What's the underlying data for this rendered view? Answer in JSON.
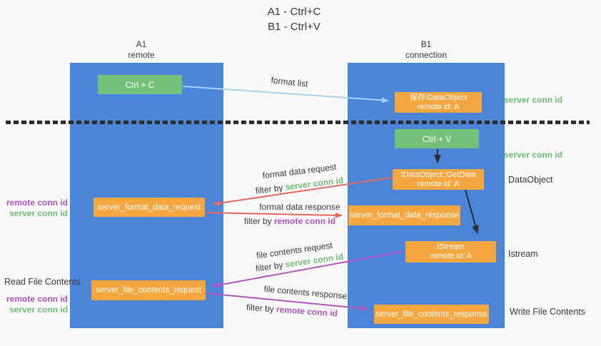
{
  "title": {
    "line1": "A1 - Ctrl+C",
    "line2": "B1 - Ctrl+V"
  },
  "lanes": {
    "left": {
      "name": "A1",
      "subtitle": "remote"
    },
    "right": {
      "name": "B1",
      "subtitle": "connection"
    }
  },
  "nodes": {
    "ctrl_c": {
      "label": "Ctrl + C"
    },
    "ctrl_v": {
      "label": "Ctrl + V"
    },
    "save_dataobject": {
      "line1": "保存IDataObject",
      "line2": "remote id: A"
    },
    "getdata": {
      "line1": "IDataObject::GetData",
      "line2": "remote id: A"
    },
    "istream": {
      "line1": "IStream",
      "line2": "remote id: A"
    },
    "server_format_data_request": {
      "label": "server_format_data_request"
    },
    "server_format_data_response": {
      "label": "server_format_data_response"
    },
    "server_file_contents_request": {
      "label": "server_file_contents_request"
    },
    "server_file_contents_response": {
      "label": "server_file_contents_response"
    }
  },
  "flow_labels": {
    "format_list": "format list",
    "format_data_request": "format data request",
    "format_data_response": "format data response",
    "file_contents_request": "file contents request",
    "file_contents_response": "file contents response",
    "filter_by": "filter by ",
    "server_conn_id": "server conn id",
    "remote_conn_id": "remote conn id"
  },
  "side_labels": {
    "server_conn_id_top": "server conn id",
    "server_conn_id_mid": "server conn id",
    "dataobject": "DataObject",
    "istream": "Istream",
    "write_file_contents": "Write File Contents",
    "read_file_contents": "Read File Contents",
    "remote_conn_id": "remote conn id",
    "server_conn_id": "server conn id"
  },
  "colors": {
    "lane_blue": "#4a85d7",
    "box_green": "#74c17a",
    "box_orange": "#f6a63e",
    "arrow_light_blue": "#a5d3f0",
    "arrow_red": "#ec685c",
    "arrow_purple": "#bb55c6",
    "arrow_black": "#2e2e2e",
    "text_green": "#6fbf73",
    "text_purple": "#b253c7",
    "text_dark": "#3d3d3d"
  }
}
